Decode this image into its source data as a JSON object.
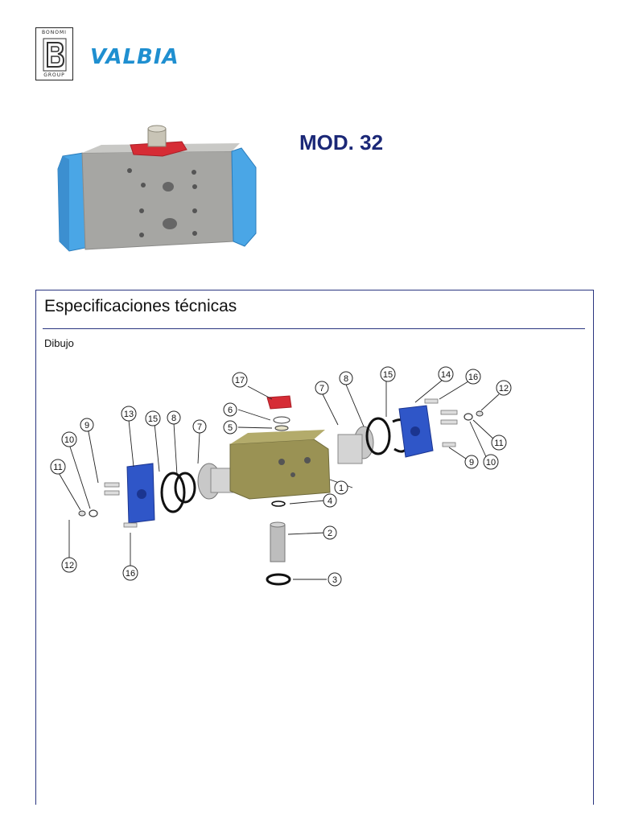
{
  "header": {
    "group_logo": {
      "top_text": "BONOMI",
      "letter": "B",
      "bottom_text": "GROUP"
    },
    "brand": {
      "name": "VALBIA",
      "color": "#1f8fd0"
    }
  },
  "product": {
    "model": "MOD. 32",
    "body_color": "#a3a3a0",
    "cap_color": "#4aa6e6",
    "indicator_color": "#d62c35"
  },
  "spec": {
    "title": "Especificaciones técnicas",
    "drawing_label": "Dibujo",
    "frame_color": "#2a3580"
  },
  "diagram": {
    "part_numbers": [
      "17",
      "6",
      "5",
      "7",
      "8",
      "15",
      "14",
      "16",
      "12",
      "11",
      "10",
      "9",
      "1",
      "4",
      "2",
      "3",
      "13",
      "15",
      "8",
      "7",
      "9",
      "10",
      "11",
      "12",
      "16"
    ]
  }
}
